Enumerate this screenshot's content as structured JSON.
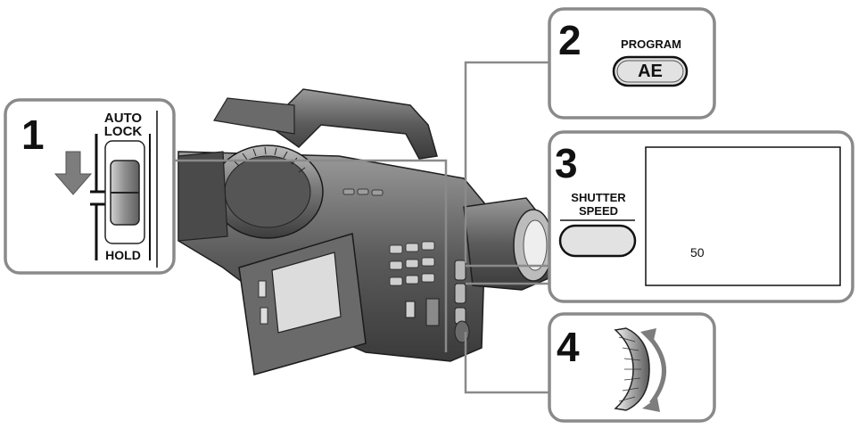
{
  "steps": [
    {
      "number": "1",
      "label_top_1": "AUTO",
      "label_top_2": "LOCK",
      "label_bottom": "HOLD"
    },
    {
      "number": "2",
      "label": "PROGRAM",
      "button": "AE"
    },
    {
      "number": "3",
      "label_1": "SHUTTER",
      "label_2": "SPEED",
      "display_value": "50"
    },
    {
      "number": "4"
    }
  ],
  "colors": {
    "panel_border": "#8a8a8a",
    "camera_dark": "#3a3a3a",
    "camera_mid": "#6a6a6a",
    "camera_light": "#b5b5b5",
    "arrow_gray": "#7d7d7d",
    "button_fill": "#e2e2e2"
  }
}
